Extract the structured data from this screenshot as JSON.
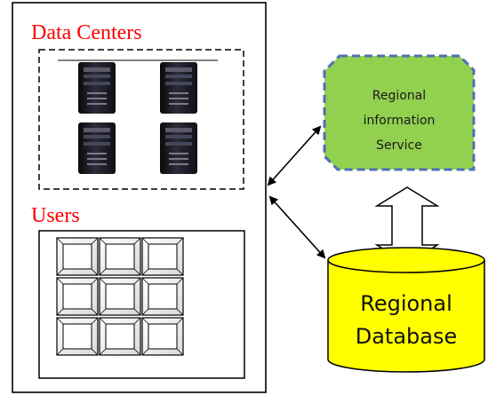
{
  "left_panel": {
    "data_centers_label": "Data Centers",
    "users_label": "Users",
    "server_count": 4,
    "user_grid": {
      "rows": 3,
      "cols": 3
    }
  },
  "regional_info_service": {
    "line1": "Regional",
    "line2": "information",
    "line3": "Service",
    "fill_color": "#92d050",
    "border_color": "#4f6fb5"
  },
  "regional_database": {
    "line1": "Regional",
    "line2": "Database",
    "fill_color": "#ffff00"
  },
  "colors": {
    "label_red": "#ff0000",
    "outline": "#000000"
  },
  "connections": [
    {
      "from": "left-panel",
      "to": "regional-info-service",
      "type": "bidirectional-arrow"
    },
    {
      "from": "left-panel",
      "to": "regional-database",
      "type": "bidirectional-arrow"
    },
    {
      "from": "regional-info-service",
      "to": "regional-database",
      "type": "bidirectional-block-arrow"
    }
  ]
}
